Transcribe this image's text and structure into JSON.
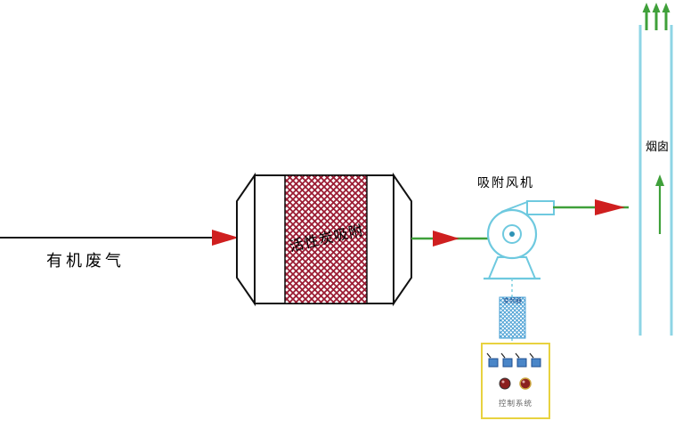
{
  "diagram": {
    "labels": {
      "waste_gas": "有机废气",
      "carbon_adsorption": "活性炭吸附",
      "adsorption_fan": "吸附风机",
      "chimney": "烟囱",
      "inverter": "变频器",
      "control_system": "控制系统"
    },
    "colors": {
      "pipe_black": "#1a1a1a",
      "flow_line_green": "#3fa03a",
      "arrow_red": "#cf1f1f",
      "equipment_cyan": "#6ec9df",
      "chimney_cyan": "#8ed5e5",
      "carbon_hatch_red": "#9b1c33",
      "inverter_hatch_blue": "#4aa0d4",
      "control_box_yellow": "#e8d23f",
      "indicator_blue": "#4a86c8",
      "knob_maroon": "#8b2020"
    }
  }
}
